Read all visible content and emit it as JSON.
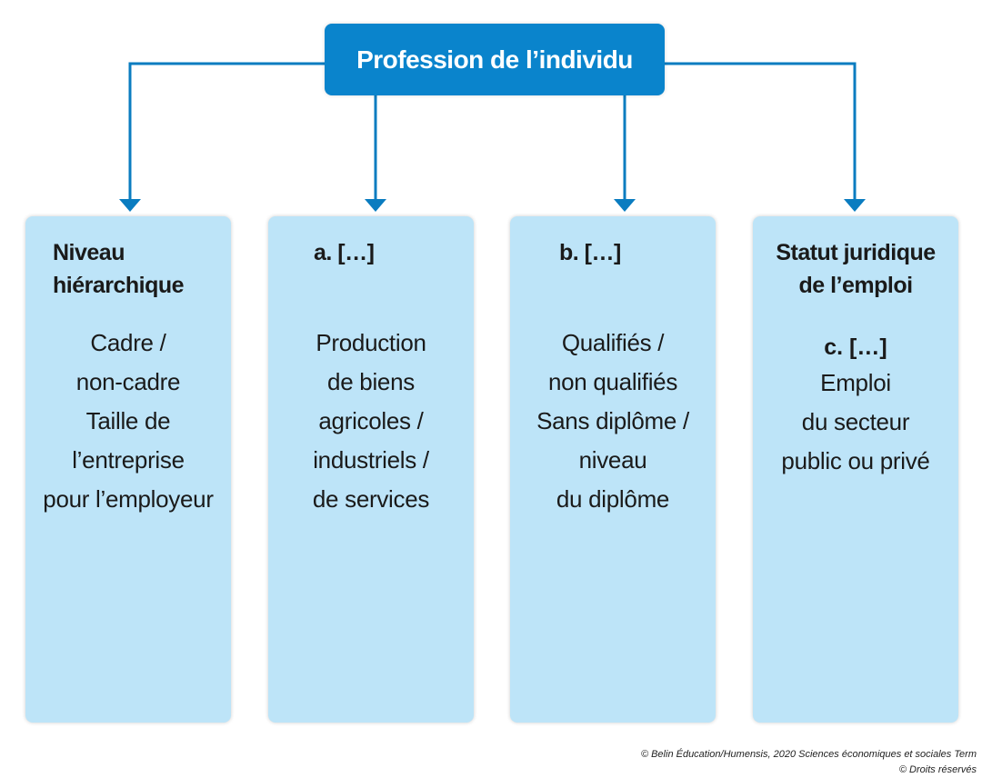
{
  "title": "Profession de l’individu",
  "boxes": [
    {
      "heading": "Niveau\nhiérarchique",
      "text": "Cadre /\nnon-cadre\nTaille de\nl’entreprise\npour l’employeur"
    },
    {
      "heading": "a. […]",
      "text": "Production\nde biens\nagricoles /\nindustriels /\nde services"
    },
    {
      "heading": "b. […]",
      "text": "Qualifiés /\nnon qualifiés\nSans diplôme /\nniveau\ndu diplôme"
    },
    {
      "heading": "Statut juridique\nde l’emploi",
      "sub": "c. […]",
      "text": "Emploi\ndu secteur\npublic ou privé"
    }
  ],
  "footer": {
    "line1": "© Belin Éducation/Humensis, 2020 Sciences économiques et sociales Term",
    "line2": "© Droits réservés"
  },
  "colors": {
    "accent": "#0a84cc",
    "box": "#bde4f8"
  }
}
